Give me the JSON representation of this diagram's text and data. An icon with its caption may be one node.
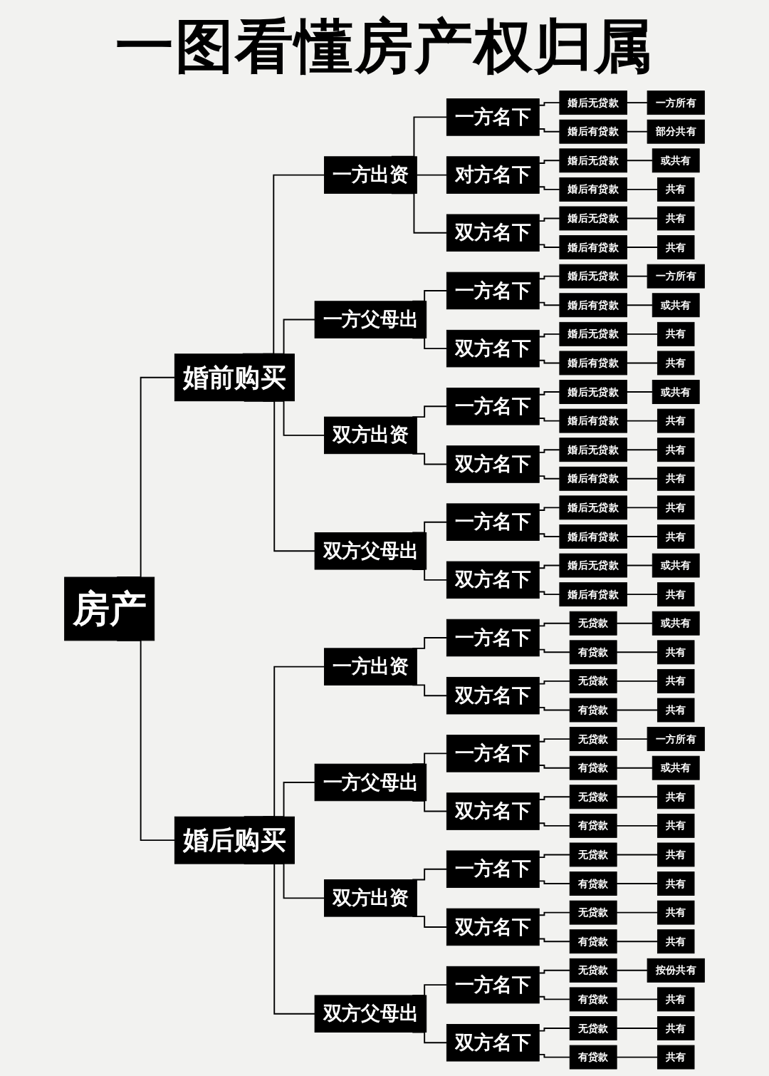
{
  "diagram": {
    "title": "一图看懂房产权归属",
    "nodes": [
      {
        "text": [
          "房产"
        ]
      },
      {
        "text": [
          "婚前购买"
        ]
      },
      {
        "text": [
          "一方出资"
        ]
      },
      {
        "text": [
          "一方名下"
        ]
      },
      {
        "text": [
          "婚后无贷款"
        ]
      },
      {
        "text": [
          "一方所有"
        ]
      },
      {
        "text": [
          "婚后有贷款"
        ]
      },
      {
        "text": [
          "部分共有"
        ]
      },
      {
        "text": [
          "对方名下"
        ]
      },
      {
        "text": [
          "婚后无贷款"
        ]
      },
      {
        "text": [
          "或共有"
        ]
      },
      {
        "text": [
          "婚后有贷款"
        ]
      },
      {
        "text": [
          "共有"
        ]
      },
      {
        "text": [
          "双方名下"
        ]
      },
      {
        "text": [
          "婚后无贷款"
        ]
      },
      {
        "text": [
          "共有"
        ]
      },
      {
        "text": [
          "婚后有贷款"
        ]
      },
      {
        "text": [
          "共有"
        ]
      },
      {
        "text": [
          "一方父母出"
        ]
      },
      {
        "text": [
          "一方名下"
        ]
      },
      {
        "text": [
          "婚后无贷款"
        ]
      },
      {
        "text": [
          "一方所有"
        ]
      },
      {
        "text": [
          "婚后有贷款"
        ]
      },
      {
        "text": [
          "或共有"
        ]
      },
      {
        "text": [
          "双方名下"
        ]
      },
      {
        "text": [
          "婚后无贷款"
        ]
      },
      {
        "text": [
          "共有"
        ]
      },
      {
        "text": [
          "婚后有贷款"
        ]
      },
      {
        "text": [
          "共有"
        ]
      },
      {
        "text": [
          "双方出资"
        ]
      },
      {
        "text": [
          "一方名下"
        ]
      },
      {
        "text": [
          "婚后无贷款"
        ]
      },
      {
        "text": [
          "或共有"
        ]
      },
      {
        "text": [
          "婚后有贷款"
        ]
      },
      {
        "text": [
          "共有"
        ]
      },
      {
        "text": [
          "双方名下"
        ]
      },
      {
        "text": [
          "婚后无贷款"
        ]
      },
      {
        "text": [
          "共有"
        ]
      },
      {
        "text": [
          "婚后有贷款"
        ]
      },
      {
        "text": [
          "共有"
        ]
      },
      {
        "text": [
          "双方父母出"
        ]
      },
      {
        "text": [
          "一方名下"
        ]
      },
      {
        "text": [
          "婚后无贷款"
        ]
      },
      {
        "text": [
          "共有"
        ]
      },
      {
        "text": [
          "婚后有贷款"
        ]
      },
      {
        "text": [
          "共有"
        ]
      },
      {
        "text": [
          "双方名下"
        ]
      },
      {
        "text": [
          "婚后无贷款"
        ]
      },
      {
        "text": [
          "或共有"
        ]
      },
      {
        "text": [
          "婚后有贷款"
        ]
      },
      {
        "text": [
          "共有"
        ]
      },
      {
        "text": [
          "婚后购买"
        ]
      },
      {
        "text": [
          "一方出资"
        ]
      },
      {
        "text": [
          "一方名下"
        ]
      },
      {
        "text": [
          "无贷款"
        ]
      },
      {
        "text": [
          "或共有"
        ]
      },
      {
        "text": [
          "有贷款"
        ]
      },
      {
        "text": [
          "共有"
        ]
      },
      {
        "text": [
          "双方名下"
        ]
      },
      {
        "text": [
          "无贷款"
        ]
      },
      {
        "text": [
          "共有"
        ]
      },
      {
        "text": [
          "有贷款"
        ]
      },
      {
        "text": [
          "共有"
        ]
      },
      {
        "text": [
          "一方父母出"
        ]
      },
      {
        "text": [
          "一方名下"
        ]
      },
      {
        "text": [
          "无贷款"
        ]
      },
      {
        "text": [
          "一方所有"
        ]
      },
      {
        "text": [
          "有贷款"
        ]
      },
      {
        "text": [
          "或共有"
        ]
      },
      {
        "text": [
          "双方名下"
        ]
      },
      {
        "text": [
          "无贷款"
        ]
      },
      {
        "text": [
          "共有"
        ]
      },
      {
        "text": [
          "有贷款"
        ]
      },
      {
        "text": [
          "共有"
        ]
      },
      {
        "text": [
          "双方出资"
        ]
      },
      {
        "text": [
          "一方名下"
        ]
      },
      {
        "text": [
          "无贷款"
        ]
      },
      {
        "text": [
          "共有"
        ]
      },
      {
        "text": [
          "有贷款"
        ]
      },
      {
        "text": [
          "共有"
        ]
      },
      {
        "text": [
          "双方名下"
        ]
      },
      {
        "text": [
          "无贷款"
        ]
      },
      {
        "text": [
          "共有"
        ]
      },
      {
        "text": [
          "有贷款"
        ]
      },
      {
        "text": [
          "共有"
        ]
      },
      {
        "text": [
          "双方父母出"
        ]
      },
      {
        "text": [
          "一方名下"
        ]
      },
      {
        "text": [
          "无贷款"
        ]
      },
      {
        "text": [
          "按份共有"
        ]
      },
      {
        "text": [
          "有贷款"
        ]
      },
      {
        "text": [
          "共有"
        ]
      },
      {
        "text": [
          "双方名下"
        ]
      },
      {
        "text": [
          "无贷款"
        ]
      },
      {
        "text": [
          "共有"
        ]
      },
      {
        "text": [
          "有贷款"
        ]
      },
      {
        "text": [
          "共有"
        ]
      }
    ],
    "edges": [
      {
        "from": 0,
        "to": 1,
        "arrow": "none"
      },
      {
        "from": 1,
        "to": 2,
        "arrow": "none"
      },
      {
        "from": 2,
        "to": 3,
        "arrow": "none"
      },
      {
        "from": 3,
        "to": 4,
        "arrow": "none"
      },
      {
        "from": 4,
        "to": 5,
        "arrow": "none"
      },
      {
        "from": 3,
        "to": 6,
        "arrow": "none"
      },
      {
        "from": 6,
        "to": 7,
        "arrow": "none"
      },
      {
        "from": 2,
        "to": 8,
        "arrow": "none"
      },
      {
        "from": 8,
        "to": 9,
        "arrow": "none"
      },
      {
        "from": 9,
        "to": 10,
        "arrow": "none"
      },
      {
        "from": 8,
        "to": 11,
        "arrow": "none"
      },
      {
        "from": 11,
        "to": 12,
        "arrow": "none"
      },
      {
        "from": 2,
        "to": 13,
        "arrow": "none"
      },
      {
        "from": 13,
        "to": 14,
        "arrow": "none"
      },
      {
        "from": 14,
        "to": 15,
        "arrow": "none"
      },
      {
        "from": 13,
        "to": 16,
        "arrow": "none"
      },
      {
        "from": 16,
        "to": 17,
        "arrow": "none"
      },
      {
        "from": 1,
        "to": 18,
        "arrow": "none"
      },
      {
        "from": 18,
        "to": 19,
        "arrow": "none"
      },
      {
        "from": 19,
        "to": 20,
        "arrow": "none"
      },
      {
        "from": 20,
        "to": 21,
        "arrow": "none"
      },
      {
        "from": 19,
        "to": 22,
        "arrow": "none"
      },
      {
        "from": 22,
        "to": 23,
        "arrow": "none"
      },
      {
        "from": 18,
        "to": 24,
        "arrow": "none"
      },
      {
        "from": 24,
        "to": 25,
        "arrow": "none"
      },
      {
        "from": 25,
        "to": 26,
        "arrow": "none"
      },
      {
        "from": 24,
        "to": 27,
        "arrow": "none"
      },
      {
        "from": 27,
        "to": 28,
        "arrow": "none"
      },
      {
        "from": 1,
        "to": 29,
        "arrow": "none"
      },
      {
        "from": 29,
        "to": 30,
        "arrow": "none"
      },
      {
        "from": 30,
        "to": 31,
        "arrow": "none"
      },
      {
        "from": 31,
        "to": 32,
        "arrow": "none"
      },
      {
        "from": 30,
        "to": 33,
        "arrow": "none"
      },
      {
        "from": 33,
        "to": 34,
        "arrow": "none"
      },
      {
        "from": 29,
        "to": 35,
        "arrow": "none"
      },
      {
        "from": 35,
        "to": 36,
        "arrow": "none"
      },
      {
        "from": 36,
        "to": 37,
        "arrow": "none"
      },
      {
        "from": 35,
        "to": 38,
        "arrow": "none"
      },
      {
        "from": 38,
        "to": 39,
        "arrow": "none"
      },
      {
        "from": 1,
        "to": 40,
        "arrow": "none"
      },
      {
        "from": 40,
        "to": 41,
        "arrow": "none"
      },
      {
        "from": 41,
        "to": 42,
        "arrow": "none"
      },
      {
        "from": 42,
        "to": 43,
        "arrow": "none"
      },
      {
        "from": 41,
        "to": 44,
        "arrow": "none"
      },
      {
        "from": 44,
        "to": 45,
        "arrow": "none"
      },
      {
        "from": 40,
        "to": 46,
        "arrow": "none"
      },
      {
        "from": 46,
        "to": 47,
        "arrow": "none"
      },
      {
        "from": 47,
        "to": 48,
        "arrow": "none"
      },
      {
        "from": 46,
        "to": 49,
        "arrow": "none"
      },
      {
        "from": 49,
        "to": 50,
        "arrow": "none"
      },
      {
        "from": 0,
        "to": 51,
        "arrow": "none"
      },
      {
        "from": 51,
        "to": 52,
        "arrow": "none"
      },
      {
        "from": 52,
        "to": 53,
        "arrow": "none"
      },
      {
        "from": 53,
        "to": 54,
        "arrow": "none"
      },
      {
        "from": 54,
        "to": 55,
        "arrow": "none"
      },
      {
        "from": 53,
        "to": 56,
        "arrow": "none"
      },
      {
        "from": 56,
        "to": 57,
        "arrow": "none"
      },
      {
        "from": 52,
        "to": 58,
        "arrow": "none"
      },
      {
        "from": 58,
        "to": 59,
        "arrow": "none"
      },
      {
        "from": 59,
        "to": 60,
        "arrow": "none"
      },
      {
        "from": 58,
        "to": 61,
        "arrow": "none"
      },
      {
        "from": 61,
        "to": 62,
        "arrow": "none"
      },
      {
        "from": 51,
        "to": 63,
        "arrow": "none"
      },
      {
        "from": 63,
        "to": 64,
        "arrow": "none"
      },
      {
        "from": 64,
        "to": 65,
        "arrow": "none"
      },
      {
        "from": 65,
        "to": 66,
        "arrow": "none"
      },
      {
        "from": 64,
        "to": 67,
        "arrow": "none"
      },
      {
        "from": 67,
        "to": 68,
        "arrow": "none"
      },
      {
        "from": 63,
        "to": 69,
        "arrow": "none"
      },
      {
        "from": 69,
        "to": 70,
        "arrow": "none"
      },
      {
        "from": 70,
        "to": 71,
        "arrow": "none"
      },
      {
        "from": 69,
        "to": 72,
        "arrow": "none"
      },
      {
        "from": 72,
        "to": 73,
        "arrow": "none"
      },
      {
        "from": 51,
        "to": 74,
        "arrow": "none"
      },
      {
        "from": 74,
        "to": 75,
        "arrow": "none"
      },
      {
        "from": 75,
        "to": 76,
        "arrow": "none"
      },
      {
        "from": 76,
        "to": 77,
        "arrow": "none"
      },
      {
        "from": 75,
        "to": 78,
        "arrow": "none"
      },
      {
        "from": 78,
        "to": 79,
        "arrow": "none"
      },
      {
        "from": 74,
        "to": 80,
        "arrow": "none"
      },
      {
        "from": 80,
        "to": 81,
        "arrow": "none"
      },
      {
        "from": 81,
        "to": 82,
        "arrow": "none"
      },
      {
        "from": 80,
        "to": 83,
        "arrow": "none"
      },
      {
        "from": 83,
        "to": 84,
        "arrow": "none"
      },
      {
        "from": 51,
        "to": 85,
        "arrow": "none"
      },
      {
        "from": 85,
        "to": 86,
        "arrow": "none"
      },
      {
        "from": 86,
        "to": 87,
        "arrow": "none"
      },
      {
        "from": 87,
        "to": 88,
        "arrow": "none"
      },
      {
        "from": 86,
        "to": 89,
        "arrow": "none"
      },
      {
        "from": 89,
        "to": 90,
        "arrow": "none"
      },
      {
        "from": 85,
        "to": 91,
        "arrow": "none"
      },
      {
        "from": 91,
        "to": 92,
        "arrow": "none"
      },
      {
        "from": 92,
        "to": 93,
        "arrow": "none"
      },
      {
        "from": 91,
        "to": 94,
        "arrow": "none"
      },
      {
        "from": 94,
        "to": 95,
        "arrow": "none"
      }
    ]
  }
}
